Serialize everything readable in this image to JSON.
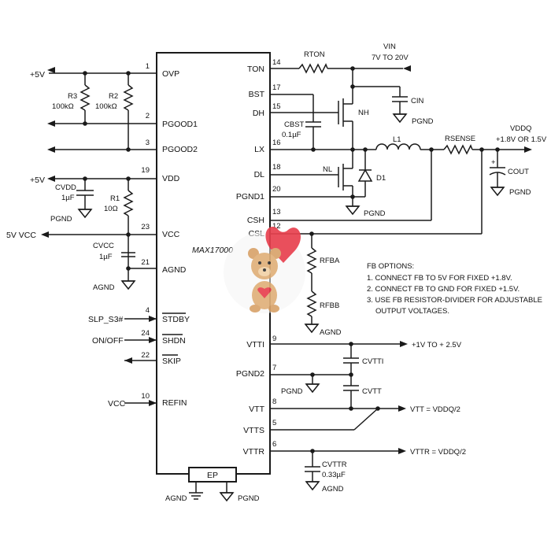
{
  "chip": {
    "name": "MAX17000",
    "ep_label": "EP",
    "left_pins": [
      {
        "num": "1",
        "name": "OVP"
      },
      {
        "num": "2",
        "name": "PGOOD1"
      },
      {
        "num": "3",
        "name": "PGOOD2"
      },
      {
        "num": "19",
        "name": "VDD"
      },
      {
        "num": "23",
        "name": "VCC"
      },
      {
        "num": "21",
        "name": "AGND"
      },
      {
        "num": "4",
        "name": "STDBY"
      },
      {
        "num": "24",
        "name": "SHDN"
      },
      {
        "num": "22",
        "name": "SKIP"
      },
      {
        "num": "10",
        "name": "REFIN"
      }
    ],
    "right_pins": [
      {
        "num": "14",
        "name": "TON"
      },
      {
        "num": "17",
        "name": "BST"
      },
      {
        "num": "15",
        "name": "DH"
      },
      {
        "num": "16",
        "name": "LX"
      },
      {
        "num": "18",
        "name": "DL"
      },
      {
        "num": "20",
        "name": "PGND1"
      },
      {
        "num": "13",
        "name": "CSH"
      },
      {
        "num": "12",
        "name": "CSL"
      },
      {
        "num": "9",
        "name": "VTTI"
      },
      {
        "num": "7",
        "name": "PGND2"
      },
      {
        "num": "8",
        "name": "VTT"
      },
      {
        "num": "5",
        "name": "VTTS"
      },
      {
        "num": "6",
        "name": "VTTR"
      }
    ]
  },
  "left_nets": {
    "plus5v_a": "+5V",
    "r3": "R3",
    "r3_val": "100kΩ",
    "r2": "R2",
    "r2_val": "100kΩ",
    "plus5v_b": "+5V",
    "cvdd": "CVDD",
    "cvdd_val": "1µF",
    "pgnd": "PGND",
    "r1": "R1",
    "r1_val": "10Ω",
    "vcc_out": "5V VCC",
    "cvcc": "CVCC",
    "cvcc_val": "1µF",
    "agnd": "AGND",
    "slp": "SLP_S3#",
    "onoff": "ON/OFF",
    "refin_in": "VCC"
  },
  "right_nets": {
    "rton": "RTON",
    "vin": "VIN",
    "vin_range": "7V TO 20V",
    "cin": "CIN",
    "pgnd_cin": "PGND",
    "cbst": "CBST",
    "cbst_val": "0.1µF",
    "nh": "NH",
    "nl": "NL",
    "d1": "D1",
    "l1": "L1",
    "rsense": "RSENSE",
    "vddq": "VDDQ",
    "vddq_range": "+1.8V OR 1.5V",
    "cout": "COUT",
    "pgnd_cout": "PGND",
    "pgnd_low": "PGND",
    "rfba": "RFBA",
    "rfbb": "RFBB",
    "agnd_fb": "AGND",
    "vtti_range": "+1V TO + 2.5V",
    "cvtti": "CVTTI",
    "pgnd2": "PGND",
    "cvtt": "CVTT",
    "vtt_out": "VTT = VDDQ/2",
    "vttr_out": "VTTR = VDDQ/2",
    "cvttr": "CVTTR",
    "cvttr_val": "0.33µF",
    "agnd_vttr": "AGND",
    "agnd_ep": "AGND",
    "pgnd_ep": "PGND"
  },
  "fb_options": {
    "title": "FB OPTIONS:",
    "lines": [
      "1. CONNECT FB TO 5V FOR FIXED +1.8V.",
      "2. CONNECT FB TO GND FOR FIXED +1.5V.",
      "3. USE FB RESISTOR-DIVIDER FOR ADJUSTABLE",
      "OUTPUT VOLTAGES."
    ]
  },
  "colors": {
    "wire": "#1a1a1a",
    "heart": "#e8414f",
    "bear": "#d9a36b"
  }
}
